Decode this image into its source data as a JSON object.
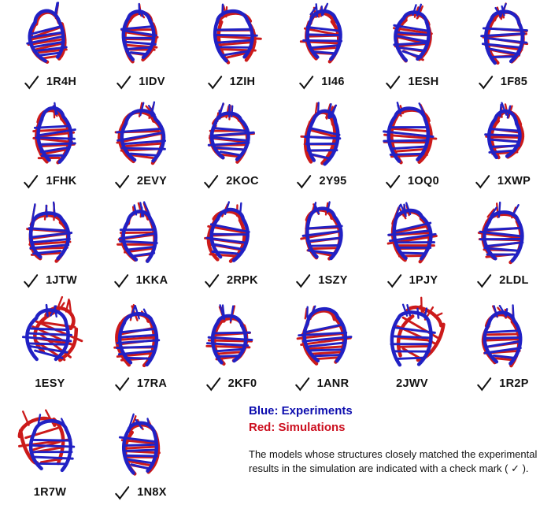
{
  "figure": {
    "legend": {
      "blue_label": "Blue: Experiments",
      "red_label": "Red: Simulations"
    },
    "caption": "The models whose structures closely matched the experimental results in the simulation are indicated with a check mark ( ✓ ).",
    "colors": {
      "experiment_blue": "#2121c4",
      "simulation_red": "#cc1a1a",
      "legend_blue": "#0d0dae",
      "legend_red": "#cc0f1f",
      "check_black": "#111111",
      "label_black": "#111111",
      "background": "#ffffff"
    },
    "check_icon": "✓",
    "structures": {
      "rows": [
        {
          "items": [
            {
              "id": "1R4H",
              "checked": true
            },
            {
              "id": "1IDV",
              "checked": true
            },
            {
              "id": "1ZIH",
              "checked": true
            },
            {
              "id": "1I46",
              "checked": true
            },
            {
              "id": "1ESH",
              "checked": true
            },
            {
              "id": "1F85",
              "checked": true
            }
          ]
        },
        {
          "items": [
            {
              "id": "1FHK",
              "checked": true
            },
            {
              "id": "2EVY",
              "checked": true
            },
            {
              "id": "2KOC",
              "checked": true
            },
            {
              "id": "2Y95",
              "checked": true
            },
            {
              "id": "1OQ0",
              "checked": true
            },
            {
              "id": "1XWP",
              "checked": true
            }
          ]
        },
        {
          "items": [
            {
              "id": "1JTW",
              "checked": true
            },
            {
              "id": "1KKA",
              "checked": true
            },
            {
              "id": "2RPK",
              "checked": true
            },
            {
              "id": "1SZY",
              "checked": true
            },
            {
              "id": "1PJY",
              "checked": true
            },
            {
              "id": "2LDL",
              "checked": true
            }
          ]
        },
        {
          "items": [
            {
              "id": "1ESY",
              "checked": false
            },
            {
              "id": "17RA",
              "checked": true
            },
            {
              "id": "2KF0",
              "checked": true
            },
            {
              "id": "1ANR",
              "checked": true
            },
            {
              "id": "2JWV",
              "checked": false
            },
            {
              "id": "1R2P",
              "checked": true
            }
          ]
        },
        {
          "items": [
            {
              "id": "1R7W",
              "checked": false
            },
            {
              "id": "1N8X",
              "checked": true
            }
          ]
        }
      ]
    }
  }
}
